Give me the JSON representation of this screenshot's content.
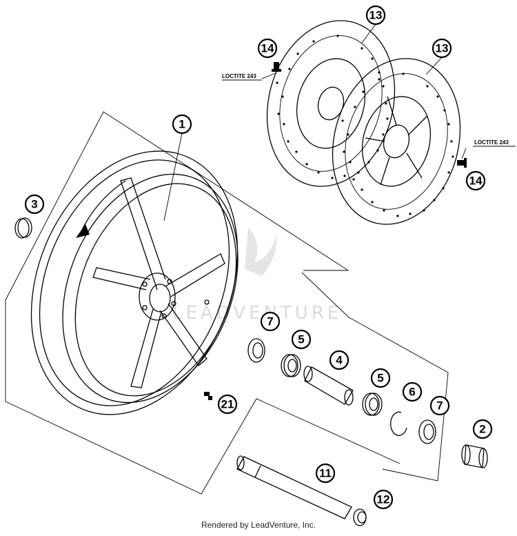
{
  "callouts": {
    "c1": "1",
    "c2": "2",
    "c3": "3",
    "c4": "4",
    "c5a": "5",
    "c5b": "5",
    "c6": "6",
    "c7a": "7",
    "c7b": "7",
    "c11": "11",
    "c12": "12",
    "c13a": "13",
    "c13b": "13",
    "c14a": "14",
    "c14b": "14",
    "c21": "21"
  },
  "labels": {
    "loctite_left": "LOCTITE 243",
    "loctite_right": "LOCTITE 243"
  },
  "watermark": "LEADVENTURE",
  "footer": "Rendered by LeadVenture, Inc."
}
